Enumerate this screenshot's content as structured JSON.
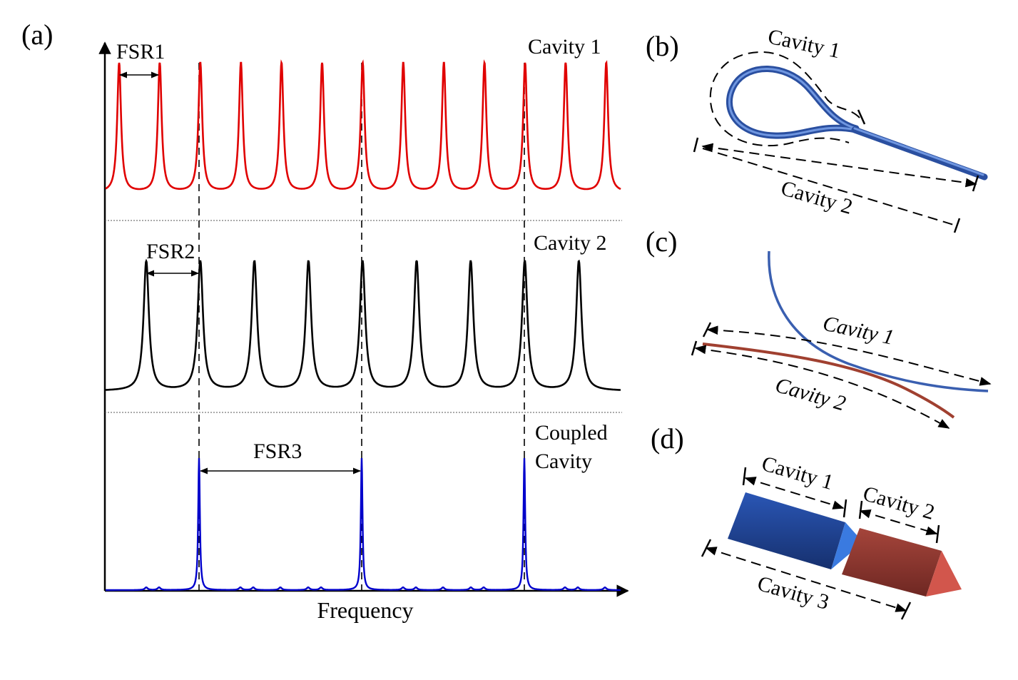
{
  "panels": {
    "a": {
      "letter": "(a)"
    },
    "b": {
      "letter": "(b)",
      "cavity1_label": "Cavity 1",
      "cavity2_label": "Cavity 2"
    },
    "c": {
      "letter": "(c)",
      "cavity1_label": "Cavity 1",
      "cavity2_label": "Cavity 2"
    },
    "d": {
      "letter": "(d)",
      "cavity1_label": "Cavity 1",
      "cavity2_label": "Cavity 2",
      "cavity3_label": "Cavity 3"
    }
  },
  "chart_data": {
    "type": "line",
    "xlabel": "Frequency",
    "series": [
      {
        "name": "Cavity 1",
        "color": "#e00000",
        "peak_positions": [
          1,
          2,
          3,
          4,
          5,
          6,
          7,
          8,
          9,
          10,
          11,
          12,
          13
        ],
        "fsr_label": "FSR1"
      },
      {
        "name": "Cavity 2",
        "color": "#000000",
        "peak_positions": [
          1,
          2,
          3,
          4,
          5,
          6,
          7,
          8,
          9
        ],
        "fsr_label": "FSR2"
      },
      {
        "name_lines": [
          "Coupled",
          "Cavity"
        ],
        "color": "#0000cc",
        "peak_positions": [
          1,
          2,
          3
        ],
        "fsr_label": "FSR3"
      }
    ],
    "colors": {
      "cavity1_fiber": "#3a5fb0",
      "cavity2_fiber": "#a04030",
      "prism_blue": "#2b5fbf",
      "prism_red": "#b84a40"
    }
  }
}
